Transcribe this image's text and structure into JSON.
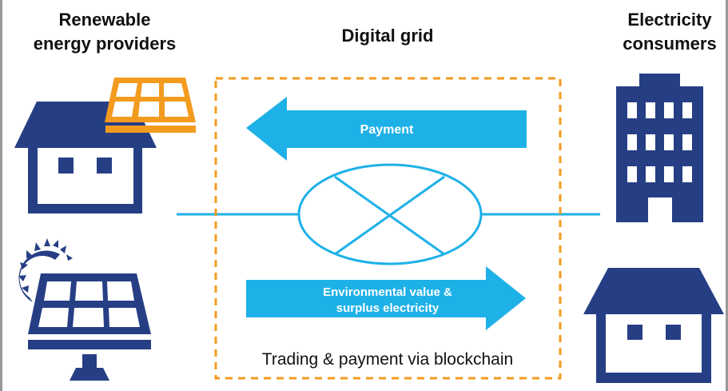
{
  "headers": {
    "providers_line1": "Renewable",
    "providers_line2": "energy providers",
    "grid": "Digital grid",
    "consumers_line1": "Electricity",
    "consumers_line2": "consumers"
  },
  "arrows": {
    "payment": "Payment",
    "environmental_line1": "Environmental value &",
    "environmental_line2": "surplus electricity"
  },
  "grid_caption": "Trading & payment via blockchain",
  "colors": {
    "navy": "#263f84",
    "orange": "#f39b1f",
    "cyan": "#1eb1e7"
  }
}
